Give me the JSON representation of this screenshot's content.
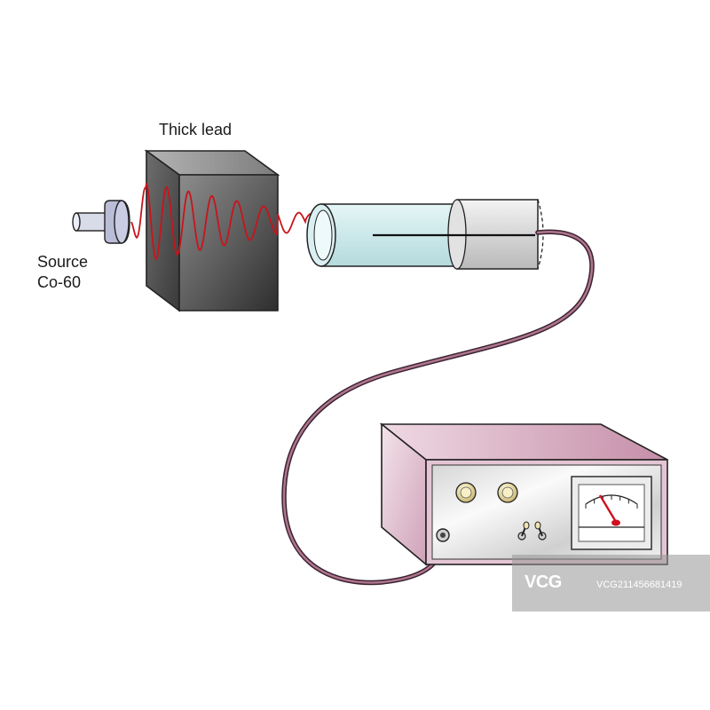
{
  "labels": {
    "shield": "Thick lead",
    "source_line1": "Source",
    "source_line2": "Co-60"
  },
  "watermark": {
    "logo": "VCG",
    "id": "VCG211456681419"
  },
  "colors": {
    "wave": "#c8141c",
    "cable": "#7a3b55",
    "lead_dark": "#3a3a3a",
    "lead_light": "#9a9a9a",
    "tube_glass": "#cfeaec",
    "meter_case": "#d7a9bd",
    "needle": "#d01020"
  }
}
